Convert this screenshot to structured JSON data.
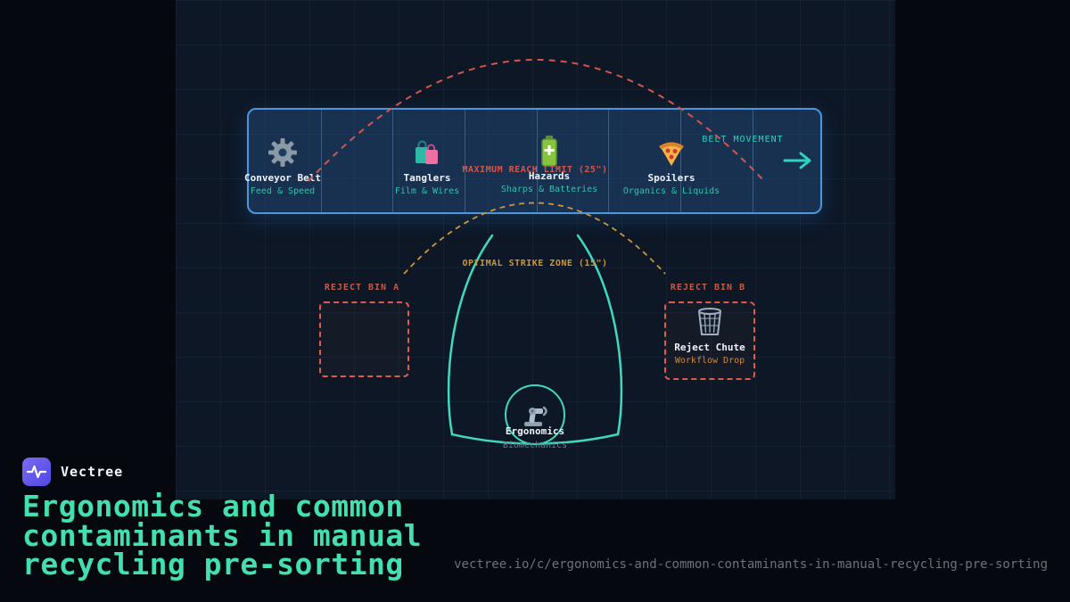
{
  "brand": {
    "name": "Vectree"
  },
  "title_lines": [
    "Ergonomics and common",
    "contaminants in manual",
    "recycling pre-sorting"
  ],
  "footer_url": "vectree.io/c/ergonomics-and-common-contaminants-in-manual-recycling-pre-sorting",
  "diagram": {
    "belt_movement_label": "BELT MOVEMENT",
    "stations": [
      {
        "icon": "gear-icon",
        "title": "Conveyor Belt",
        "subtitle": "Feed & Speed"
      },
      {
        "icon": "shopping-bags-icon",
        "title": "Tanglers",
        "subtitle": "Film & Wires"
      },
      {
        "icon": "battery-icon",
        "title": "Hazards",
        "subtitle": "Sharps & Batteries"
      },
      {
        "icon": "pizza-icon",
        "title": "Spoilers",
        "subtitle": "Organics & Liquids"
      }
    ],
    "annotations": {
      "max_reach_label": "MAXIMUM REACH LIMIT (25\")",
      "strike_zone_label": "OPTIMAL STRIKE ZONE (15\")"
    },
    "reject_bin_a": {
      "label": "REJECT BIN A"
    },
    "reject_bin_b": {
      "label": "REJECT BIN B",
      "icon": "trash-bin-icon",
      "title": "Reject Chute",
      "subtitle": "Workflow Drop"
    },
    "ergonomics": {
      "icon": "robot-arm-icon",
      "title": "Ergonomics",
      "subtitle": "Biomechanics"
    }
  },
  "colors": {
    "teal_accent": "#2dd4bf",
    "title_teal": "#43dfb0",
    "reach_red": "#d5564a",
    "strike_amber": "#c9983a",
    "belt_border": "#4e95d9",
    "bin_dash_red": "#e05a4e",
    "panel_bg": "#0d1726",
    "page_bg": "#06080f"
  }
}
